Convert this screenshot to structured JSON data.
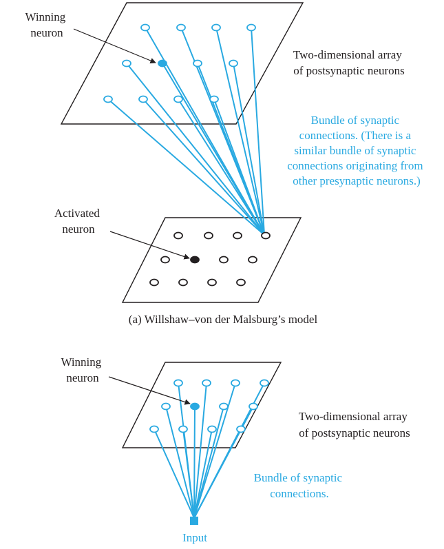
{
  "colors": {
    "accent_blue": "#29a9e1",
    "ink": "#231f20",
    "background": "#ffffff"
  },
  "diagram_a": {
    "winning_neuron_label": [
      "Winning",
      "neuron"
    ],
    "post_array_label": [
      "Two-dimensional array",
      "of postsynaptic neurons"
    ],
    "bundle_label": [
      "Bundle of synaptic",
      "connections. (There is a",
      "similar bundle of synaptic",
      "connections originating from",
      "other presynaptic neurons.)"
    ],
    "activated_neuron_label": [
      "Activated",
      "neuron"
    ],
    "caption": "(a) Willshaw–von der Malsburg’s model"
  },
  "diagram_b": {
    "winning_neuron_label": [
      "Winning",
      "neuron"
    ],
    "post_array_label": [
      "Two-dimensional array",
      "of postsynaptic neurons"
    ],
    "bundle_label": [
      "Bundle of synaptic",
      "connections."
    ],
    "input_label": "Input"
  }
}
